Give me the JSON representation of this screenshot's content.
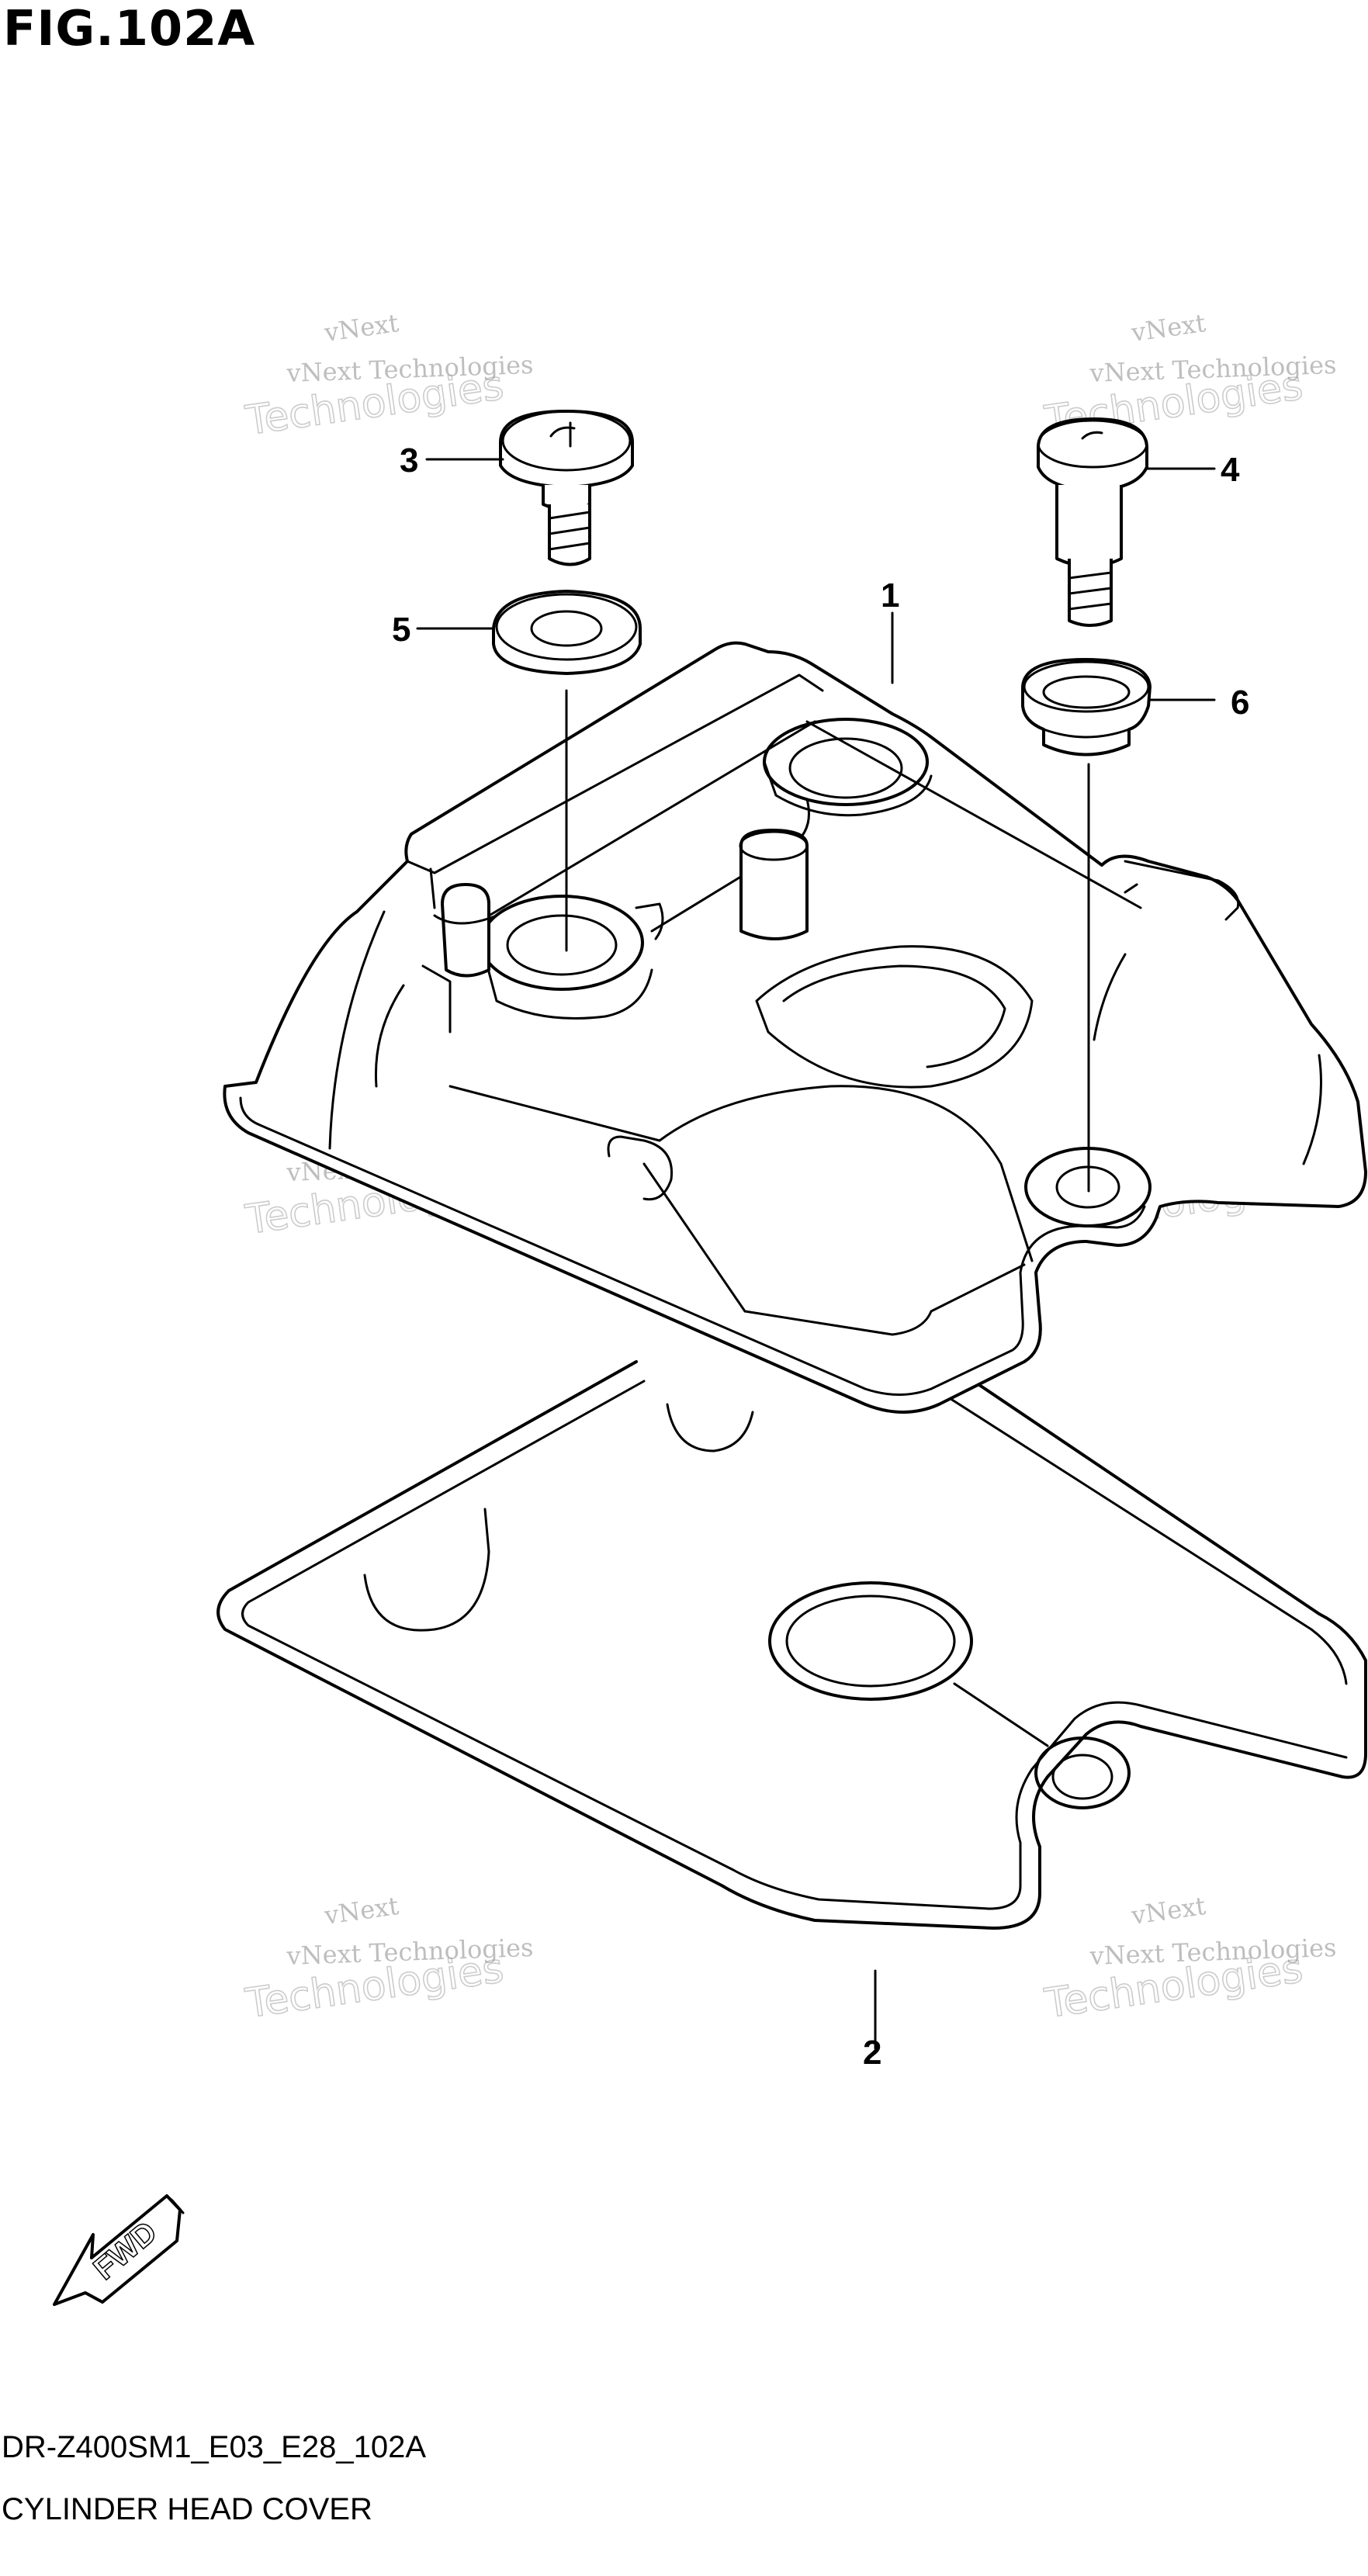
{
  "figure": {
    "title": "FIG.102A",
    "code": "DR-Z400SM1_E03_E28_102A",
    "name": "CYLINDER HEAD COVER"
  },
  "watermark": {
    "line1": "vNext",
    "line2": "vNext Technologies",
    "line3": "Technologies"
  },
  "callouts": [
    {
      "id": "1"
    },
    {
      "id": "2"
    },
    {
      "id": "3"
    },
    {
      "id": "4"
    },
    {
      "id": "5"
    },
    {
      "id": "6"
    }
  ],
  "direction_arrow": {
    "label": "FWD"
  }
}
